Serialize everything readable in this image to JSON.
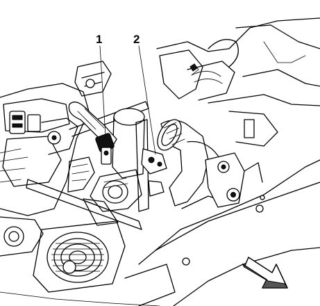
{
  "illustration": {
    "callouts": [
      {
        "label": "1",
        "part": "hose"
      },
      {
        "label": "2",
        "part": "clamp"
      }
    ],
    "direction_arrow": "front-of-vehicle-arrow",
    "line_color": "#000000",
    "background_color": "#ffffff"
  }
}
